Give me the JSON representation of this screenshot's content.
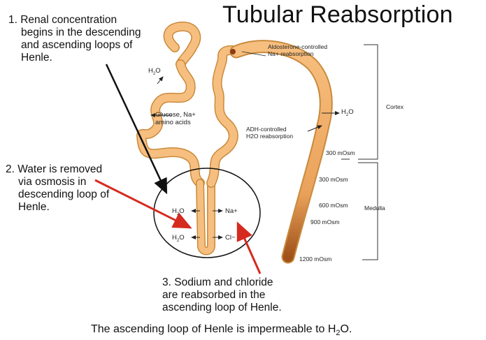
{
  "title": "Tubular Reabsorption",
  "notes": {
    "one": [
      "1. Renal concentration",
      "begins in the descending",
      "and  ascending loops of",
      "Henle."
    ],
    "two": [
      "2. Water is removed",
      "via osmosis in",
      "descending loop of",
      "Henle."
    ],
    "three": [
      "3. Sodium and chloride",
      "are reabsorbed in the",
      "ascending loop of Henle."
    ]
  },
  "footer": {
    "text": "The ascending loop of Henle is impermeable to H",
    "sub": "2",
    "end": "O."
  },
  "diagram": {
    "h2o_top": {
      "main": "H",
      "sub": "2",
      "end": "O"
    },
    "glucose": [
      "Glucose, Na+",
      "amino acids"
    ],
    "aldosterone": [
      "Aldosterone-controlled",
      "Na+ reabsorption"
    ],
    "h2o_right": {
      "main": "H",
      "sub": "2",
      "end": "O"
    },
    "adh": [
      "ADH-controlled",
      "H2O reabsorption"
    ],
    "loop_h2o_upper": {
      "main": "H",
      "sub": "2",
      "end": "O"
    },
    "loop_h2o_lower": {
      "main": "H",
      "sub": "2",
      "end": "O"
    },
    "loop_na": "Na+",
    "loop_cl": "Cl−",
    "zones": {
      "cortex": "Cortex",
      "medulla": "Medulla"
    },
    "osmolarity": [
      "300 mOsm",
      "300 mOsm",
      "600 mOsm",
      "900 mOsm",
      "1200 mOsm"
    ]
  },
  "colors": {
    "tubule": "#f7bf7f",
    "tubule_edge": "#c98a3c",
    "arrow": "#d42b1e",
    "dark_end": "#a0521a"
  }
}
